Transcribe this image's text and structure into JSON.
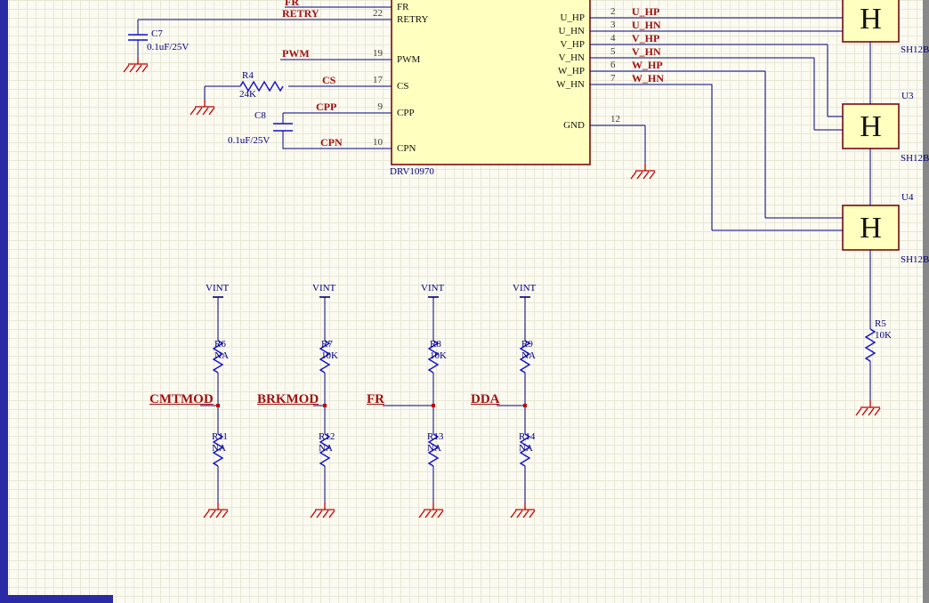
{
  "colors": {
    "wire": "#000080",
    "symbol": "#0F0FCF",
    "net_label": "#A01010",
    "ground": "#C00000",
    "component_fill": "#FFFFC0",
    "component_border": "#7A0A0A",
    "sheet_background": "#FCFBF2"
  },
  "ic": {
    "part_number": "DRV10970",
    "left_pins": [
      {
        "pin": "FR",
        "net": "FR"
      },
      {
        "pin": "RETRY",
        "num": "22",
        "net": "RETRY"
      },
      {
        "pin": "PWM",
        "num": "19",
        "net": "PWM"
      },
      {
        "pin": "CS",
        "num": "17",
        "net": "CS"
      },
      {
        "pin": "CPP",
        "num": "9",
        "net": "CPP"
      },
      {
        "pin": "CPN",
        "num": "10",
        "net": "CPN"
      }
    ],
    "right_pins": [
      {
        "pin": "U_HP",
        "num": "2",
        "net": "U_HP"
      },
      {
        "pin": "U_HN",
        "num": "3",
        "net": "U_HN"
      },
      {
        "pin": "V_HP",
        "num": "4",
        "net": "V_HP"
      },
      {
        "pin": "V_HN",
        "num": "5",
        "net": "V_HN"
      },
      {
        "pin": "W_HP",
        "num": "6",
        "net": "W_HP"
      },
      {
        "pin": "W_HN",
        "num": "7",
        "net": "W_HN"
      },
      {
        "pin": "GND",
        "num": "12"
      }
    ]
  },
  "parts": {
    "c7": {
      "ref": "C7",
      "val": "0.1uF/25V"
    },
    "c8": {
      "ref": "C8",
      "val": "0.1uF/25V"
    },
    "r4": {
      "ref": "R4",
      "val": "24K"
    },
    "r5": {
      "ref": "R5",
      "val": "10K"
    }
  },
  "power": {
    "rail": "VINT"
  },
  "pullups": [
    {
      "net": "CMTMOD",
      "top_res": {
        "ref": "R6",
        "val": "NA"
      },
      "bottom_res": {
        "ref": "R11",
        "val": "NA"
      }
    },
    {
      "net": "BRKMOD",
      "top_res": {
        "ref": "R7",
        "val": "10K"
      },
      "bottom_res": {
        "ref": "R12",
        "val": "NA"
      }
    },
    {
      "net": "FR",
      "top_res": {
        "ref": "R8",
        "val": "10K"
      },
      "bottom_res": {
        "ref": "R13",
        "val": "NA"
      }
    },
    {
      "net": "DDA",
      "top_res": {
        "ref": "R9",
        "val": "NA"
      },
      "bottom_res": {
        "ref": "R14",
        "val": "NA"
      }
    }
  ],
  "halls": [
    {
      "part": "SH12B",
      "letter": "H"
    },
    {
      "ref": "U3",
      "part": "SH12B",
      "letter": "H"
    },
    {
      "ref": "U4",
      "part": "SH12B",
      "letter": "H"
    }
  ]
}
